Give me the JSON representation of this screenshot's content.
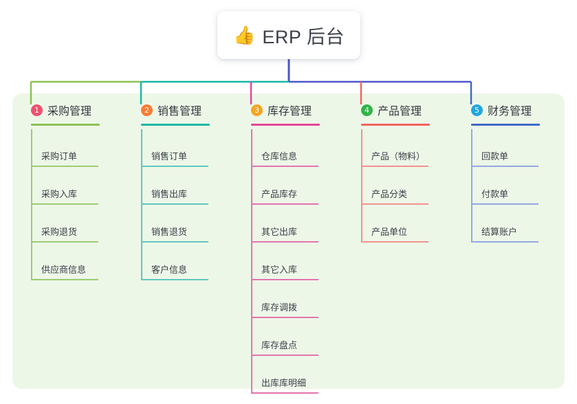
{
  "root": {
    "icon": "thumbs-up-icon",
    "emoji": "👍",
    "title": "ERP 后台"
  },
  "palette": {
    "panel_background": "#edf7e8",
    "page_background": "#ffffff",
    "root_line": "#4d55c8",
    "bus_right": "#4d55c8"
  },
  "columns": [
    {
      "index": "1",
      "badge_color": "#f0506e",
      "rule_color": "#8cc152",
      "line_color": "#9ccc72",
      "title": "采购管理",
      "items": [
        {
          "label": "采购订单"
        },
        {
          "label": "采购入库"
        },
        {
          "label": "采购退货"
        },
        {
          "label": "供应商信息"
        }
      ]
    },
    {
      "index": "2",
      "badge_color": "#f97b35",
      "rule_color": "#17b8a6",
      "line_color": "#5fc8bd",
      "title": "销售管理",
      "items": [
        {
          "label": "销售订单"
        },
        {
          "label": "销售出库"
        },
        {
          "label": "销售退货"
        },
        {
          "label": "客户信息"
        }
      ]
    },
    {
      "index": "3",
      "badge_color": "#f5a623",
      "rule_color": "#e8449b",
      "line_color": "#e474ad",
      "title": "库存管理",
      "items": [
        {
          "label": "仓库信息"
        },
        {
          "label": "产品库存"
        },
        {
          "label": "其它出库"
        },
        {
          "label": "其它入库"
        },
        {
          "label": "库存调拨"
        },
        {
          "label": "库存盘点"
        },
        {
          "label": "出库库明细"
        }
      ]
    },
    {
      "index": "4",
      "badge_color": "#32b44a",
      "rule_color": "#f4635e",
      "line_color": "#f4918c",
      "title": "产品管理",
      "items": [
        {
          "label": "产品（物料）"
        },
        {
          "label": "产品分类"
        },
        {
          "label": "产品单位"
        }
      ]
    },
    {
      "index": "5",
      "badge_color": "#22a7e0",
      "rule_color": "#4169c6",
      "line_color": "#92a9de",
      "title": "财务管理",
      "items": [
        {
          "label": "回款单"
        },
        {
          "label": "付款单"
        },
        {
          "label": "结算账户"
        }
      ]
    }
  ]
}
